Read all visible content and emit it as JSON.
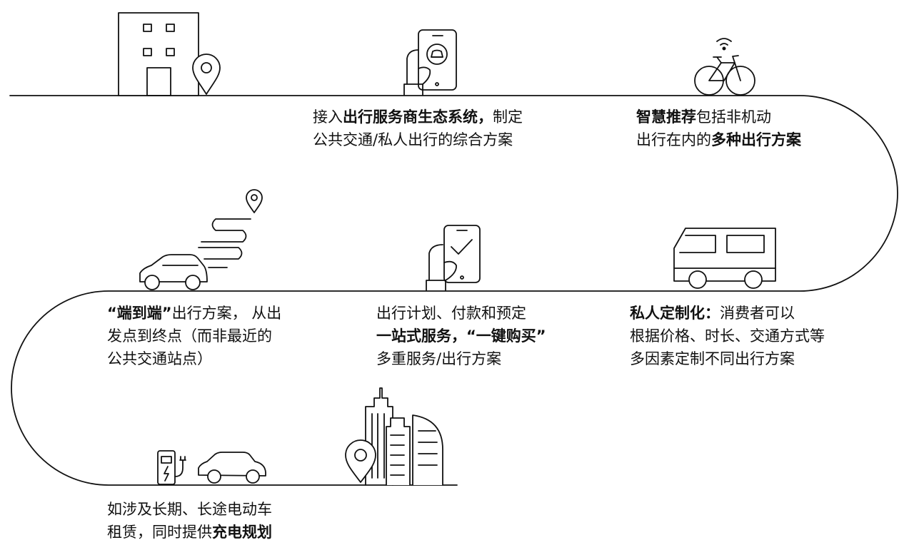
{
  "steps": [
    {
      "id": "access-platform",
      "icon": "phone-with-car-icon",
      "lines": [
        [
          {
            "t": "接入",
            "b": false
          },
          {
            "t": "出行服务商生态系统，",
            "b": true
          },
          {
            "t": "制定",
            "b": false
          }
        ],
        [
          {
            "t": "公共交通/私人出行的综合方案",
            "b": false
          }
        ]
      ]
    },
    {
      "id": "smart-recommendation",
      "icon": "connected-bicycle-icon",
      "lines": [
        [
          {
            "t": "智慧推荐",
            "b": true
          },
          {
            "t": "包括非机动",
            "b": false
          }
        ],
        [
          {
            "t": "出行在内的",
            "b": false
          },
          {
            "t": "多种出行方案",
            "b": true
          }
        ]
      ]
    },
    {
      "id": "end-to-end",
      "icon": "car-with-route-icon",
      "lines": [
        [
          {
            "t": "“端到端”",
            "b": true
          },
          {
            "t": "出行方案， 从出",
            "b": false
          }
        ],
        [
          {
            "t": "发点到终点（而非最近的",
            "b": false
          }
        ],
        [
          {
            "t": "公共交通站点）",
            "b": false
          }
        ]
      ]
    },
    {
      "id": "one-stop-service",
      "icon": "phone-checkmark-icon",
      "lines": [
        [
          {
            "t": "出行计划、付款和预定",
            "b": false
          }
        ],
        [
          {
            "t": "一站式服务，“一键购买”",
            "b": true
          }
        ],
        [
          {
            "t": "多重服务/出行方案",
            "b": false
          }
        ]
      ]
    },
    {
      "id": "personal-customization",
      "icon": "van-icon",
      "lines": [
        [
          {
            "t": "私人定制化：",
            "b": true
          },
          {
            "t": "消费者可以",
            "b": false
          }
        ],
        [
          {
            "t": "根据价格、时长、交通方式等",
            "b": false
          }
        ],
        [
          {
            "t": "多因素定制不同出行方案",
            "b": false
          }
        ]
      ]
    },
    {
      "id": "charging-planning",
      "icon": "ev-charger-car-icon",
      "lines": [
        [
          {
            "t": "如涉及长期、长途电动车",
            "b": false
          }
        ],
        [
          {
            "t": "租赁，同时提供",
            "b": false
          },
          {
            "t": "充电规划",
            "b": true
          }
        ]
      ]
    }
  ],
  "start_icon": "building-location-icon",
  "end_icon": "city-skyline-location-icon"
}
